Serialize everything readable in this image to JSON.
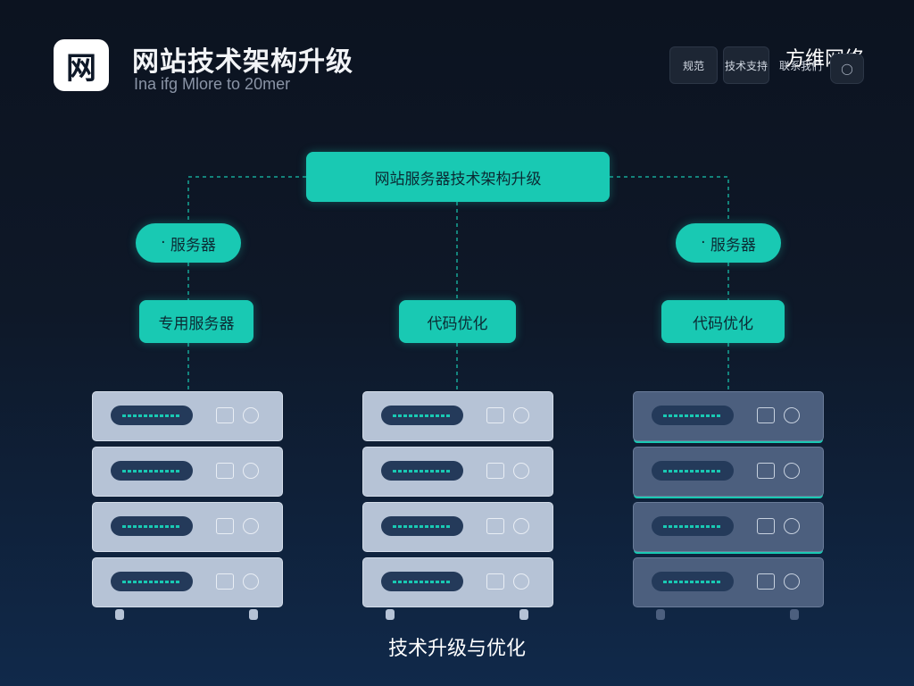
{
  "header": {
    "logo_char": "网",
    "title": "网站技术架构升级",
    "subtitle": "Ina ifg Mlore to 20mer",
    "buttons": [
      "规范",
      "技术支持",
      "联系我们"
    ],
    "brand": "方维网络"
  },
  "diagram": {
    "root": "网站服务器技术架构升级",
    "left": {
      "top": "服务器",
      "bottom": "专用服务器"
    },
    "center": {
      "bottom": "代码优化"
    },
    "right": {
      "top": "服务器",
      "bottom": "代码优化"
    }
  },
  "caption": "技术升级与优化",
  "colors": {
    "accent": "#19c9b3",
    "background": "#0e1828"
  }
}
